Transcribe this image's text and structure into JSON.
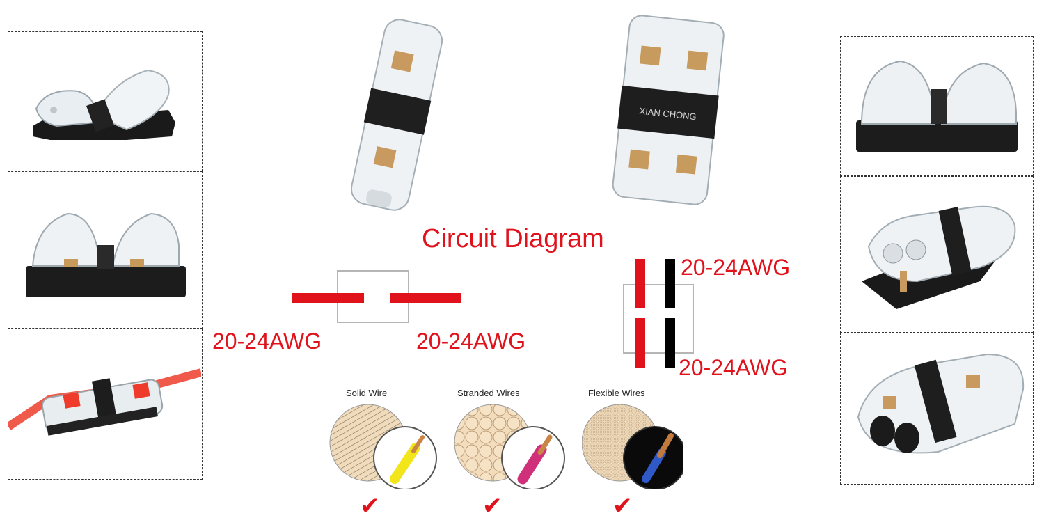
{
  "diagram": {
    "title": "Circuit Diagram",
    "left_circuit": {
      "label_left": "20-24AWG",
      "label_right": "20-24AWG"
    },
    "right_circuit": {
      "label_top": "20-24AWG",
      "label_bottom": "20-24AWG"
    }
  },
  "wire_types": [
    {
      "label": "Solid Wire",
      "accepted": true,
      "check": "✔"
    },
    {
      "label": "Stranded Wires",
      "accepted": true,
      "check": "✔"
    },
    {
      "label": "Flexible Wires",
      "accepted": true,
      "check": "✔"
    }
  ],
  "connector_print": "XIAN CHONG",
  "colors": {
    "accent_red": "#e0121c",
    "wire_black": "#000000",
    "box_grey": "#b5b5b5"
  }
}
